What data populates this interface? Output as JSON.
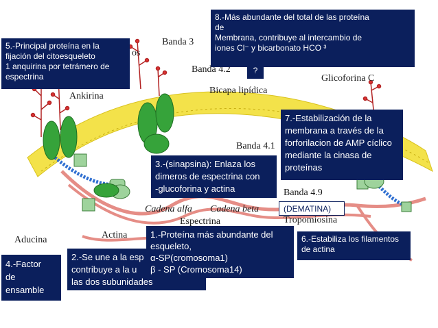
{
  "colors": {
    "box_bg": "#0b1f5c",
    "bilayer": "#f3e24a",
    "protein": "#36a33a",
    "spectrin": "#e58d86",
    "actin": "#9ed39c"
  },
  "diagram_labels": {
    "banda3": "Banda 3",
    "banda42": "Banda 4.2",
    "bicapa": "Bicapa lipídica",
    "glicoforina": "Glicoforina C",
    "ankirina": "Ankirina",
    "banda41": "Banda 4.1",
    "banda49": "Banda 4.9",
    "cadena_alfa": "Cadena alfa",
    "cadena_beta": "Cadena beta",
    "espectrina": "Espectrina",
    "aducina": "Aducina",
    "actina": "Actina",
    "tropomiosina": "Tropomiosina",
    "fragment_os": "os"
  },
  "notes": {
    "n8": {
      "lines": [
        "8.-Más abundante del total de las proteína",
        "de",
        "Membrana, contribuye al intercambio de",
        "iones Cl⁻ y bicarbonato HCO ³"
      ]
    },
    "n8_q": "?",
    "n5": {
      "lines": [
        "5.-Principal proteína en la",
        "fijación del citoesqueleto",
        "1 anquirina por tetrámero de",
        "espectrina"
      ]
    },
    "n7": {
      "lines": [
        "7.-Estabilización de la",
        "membrana a través de la",
        "forforilacion de AMP cíclico",
        "mediante la cinasa de",
        "proteínas"
      ]
    },
    "n3": {
      "lines": [
        "3.-(sinapsina): Enlaza los",
        "dimeros de espectrina con",
        "-glucoforina y actina"
      ]
    },
    "dematina": "(DEMATINA)",
    "n1": {
      "lines": [
        "1.-Proteína más abundante del",
        "   esqueleto,",
        "α-SP(cromosoma1)",
        " β - SP (Cromosoma14)"
      ]
    },
    "n6": {
      "lines": [
        "6.-Estabiliza los filamentos",
        "de actina"
      ]
    },
    "n2": {
      "lines": [
        "2.-Se une a la esp",
        "contribuye a la u",
        "las dos subunidades"
      ]
    },
    "n4": {
      "lines": [
        "4.-Factor",
        "de",
        "ensamble"
      ]
    }
  }
}
